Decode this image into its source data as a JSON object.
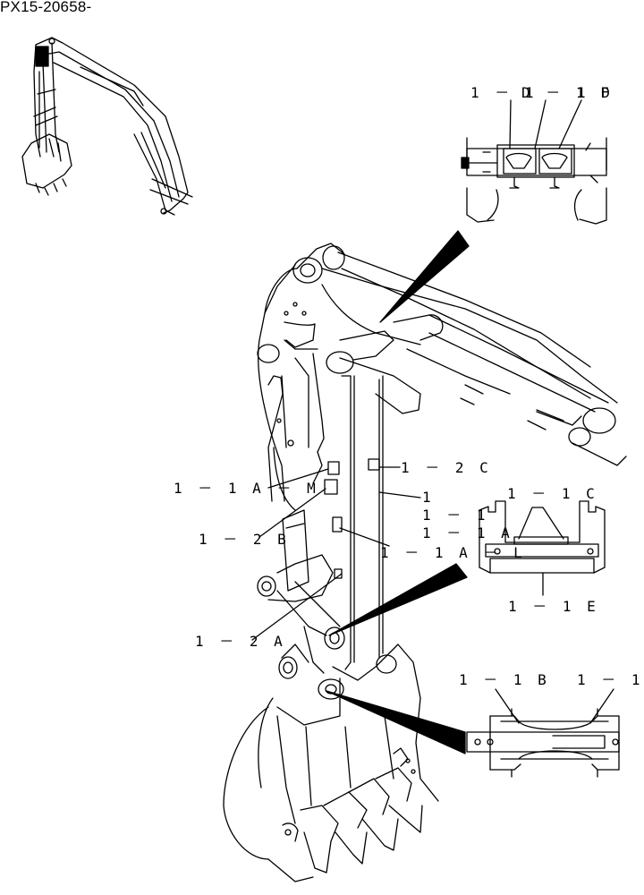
{
  "document_id": "PX15-20658-",
  "callouts": {
    "c1_1d": "1 － 1",
    "c1_1d_b": "D － 1 F",
    "c1_1d_c": "1 D",
    "c1_2c": "1 － 2 C",
    "c1_1am": "1 － 1 A － M",
    "c1": "1",
    "c1_1": "1 － 1",
    "c1_1a": "1 － 1 A",
    "c1_1c": "1 － 1 C",
    "c1_2b": "1 － 2 B",
    "c1_1al": "1 － 1 A － L",
    "c1_1e": "1 － 1 E",
    "c1_2a": "1 － 2 A",
    "c1_1b": "1 － 1 B",
    "c1_1r": "1 － 1"
  }
}
